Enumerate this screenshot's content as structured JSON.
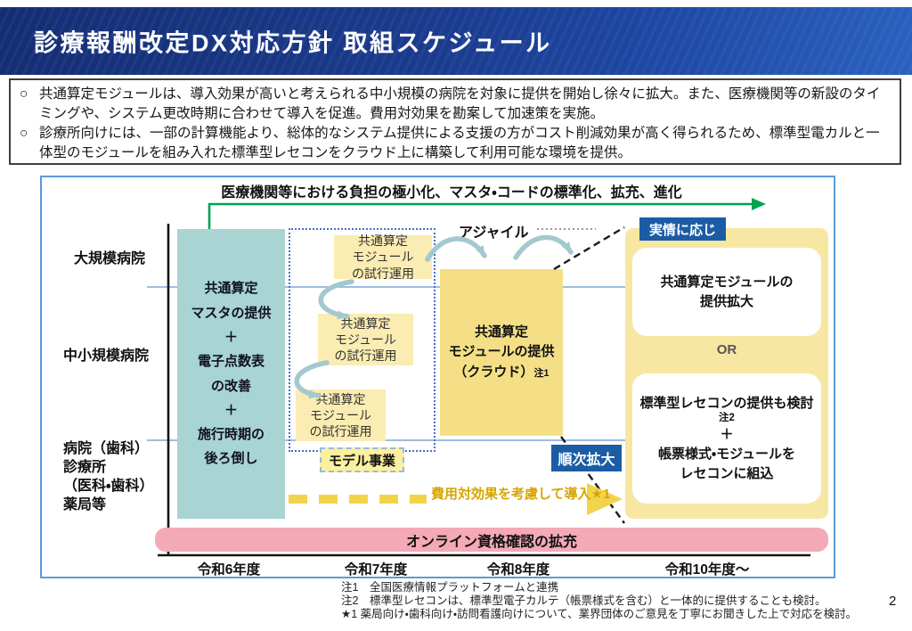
{
  "header": {
    "title": "診療報酬改定DX対応方針 取組スケジュール"
  },
  "summary": {
    "bullets": [
      {
        "marker": "○",
        "text": "共通算定モジュールは、導入効果が高いと考えられる中小規模の病院を対象に提供を開始し徐々に拡大。また、医療機関等の新設のタイミングや、システム更改時期に合わせて導入を促進。費用対効果を勘案して加速策を実施。"
      },
      {
        "marker": "○",
        "text": "診療所向けには、一部の計算機能より、総体的なシステム提供による支援の方がコスト削減効果が高く得られるため、標準型電カルと一体型のモジュールを組み入れた標準型レセコンをクラウド上に構築して利用可能な環境を提供。"
      }
    ]
  },
  "diagram": {
    "top_arrow_label": "医療機関等における負担の極小化、マスタ・コードの標準化、拡充、進化",
    "row_labels": {
      "large_hospital": "大規模病院",
      "mid_small_hospital": "中小規模病院",
      "clinic_group": "病院（歯科）\n診療所\n（医科・歯科）\n薬局等"
    },
    "foundation_box": "共通算定\nマスタの提供\n＋\n電子点数表\nの改善\n＋\n施行時期の\n後ろ倒し",
    "trial_box": "共通算定\nモジュール\nの試行運用",
    "model_project_label": "モデル事業",
    "agile_label": "アジャイル",
    "cloud_box": {
      "line1": "共通算定",
      "line2": "モジュールの提供",
      "line3": "（クラウド）",
      "note": "注1"
    },
    "as_needed_label": "実情に応じ",
    "sequential_label": "順次拡大",
    "right_panel": {
      "expand_box": "共通算定モジュールの\n提供拡大",
      "or_label": "OR",
      "rezecon_box": {
        "line1": "標準型レセコンの提供も検討",
        "note": "注2",
        "plus": "＋",
        "line2": "帳票様式・モジュールを",
        "line3": "レセコンに組込"
      }
    },
    "cost_arrow_label": "費用対効果を考慮して導入★1",
    "online_bar_label": "オンライン資格確認の拡充",
    "timeline": [
      "令和6年度",
      "令和7年度",
      "令和8年度",
      "令和10年度～"
    ]
  },
  "footnotes": [
    "注1　全国医療情報プラットフォームと連携",
    "注2　標準型レセコンは、標準型電子カルテ（帳票様式を含む）と一体的に提供することも検討。",
    "★1 薬局向け・歯科向け・訪問看護向けについて、業界団体のご意見を丁寧にお聞きした上で対応を検討。"
  ],
  "page_number": "2",
  "colors": {
    "header_navy": "#142E74",
    "header_blue": "#2B61C0",
    "diagram_border": "#5B9BD5",
    "green_arrow": "#00A34E",
    "teal_box": "#A8D4D3",
    "trial_yellow": "#FAECB2",
    "cloud_yellow": "#F4DF86",
    "panel_yellow": "#F7E7A2",
    "pink_bar": "#F4A9B6",
    "label_blue": "#1C5CA5",
    "guide_line_blue": "#7FA8D9",
    "dotted_frame_blue": "#4472C4",
    "cost_gold": "#D7A500",
    "arc_teal": "#A3C9CE"
  }
}
